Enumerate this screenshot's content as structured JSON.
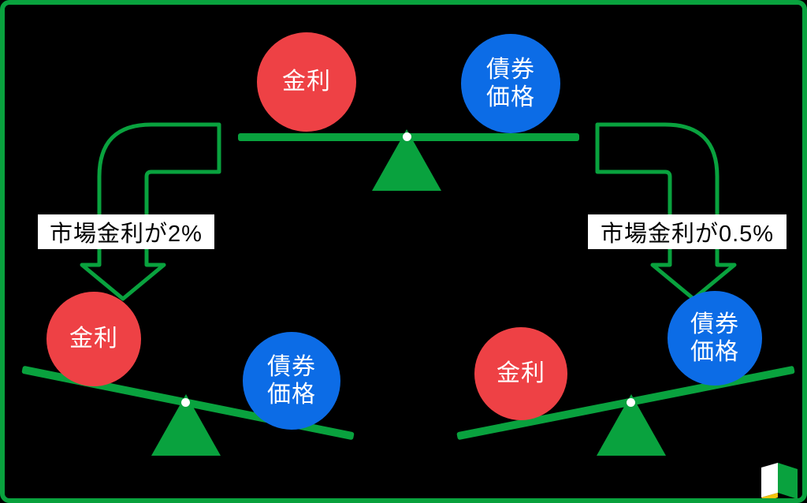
{
  "colors": {
    "background": "#000000",
    "green": "#09a23e",
    "red": "#ee4145",
    "blue": "#0c6ce6",
    "label_bg": "#ffffff",
    "label_text": "#000000",
    "circle_text": "#ffffff",
    "logo_yellow": "#f3c40f"
  },
  "scales": {
    "top": {
      "rate_label": "金利",
      "bond_label_line1": "債券",
      "bond_label_line2": "価格"
    },
    "bottom_left": {
      "rate_label": "金利",
      "bond_label_line1": "債券",
      "bond_label_line2": "価格"
    },
    "bottom_right": {
      "rate_label": "金利",
      "bond_label_line1": "債券",
      "bond_label_line2": "価格"
    }
  },
  "annotations": {
    "left": "市場金利が2%",
    "right": "市場金利が0.5%"
  }
}
